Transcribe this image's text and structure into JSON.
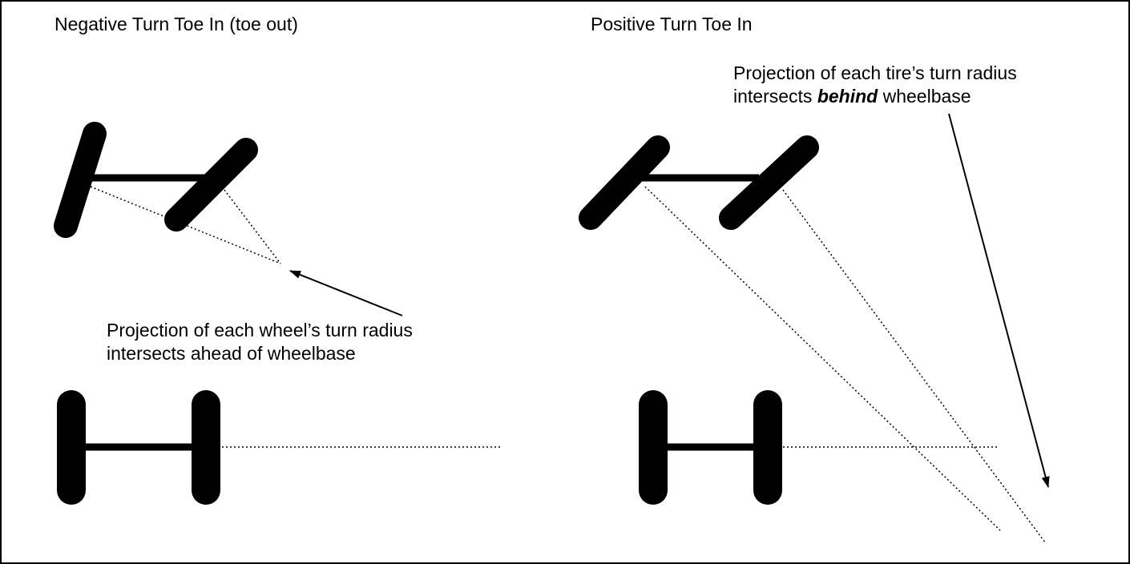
{
  "left_panel": {
    "title": "Negative Turn Toe In (toe out)",
    "note_line1": "Projection of each wheel’s turn radius",
    "note_line2": "intersects ahead of wheelbase"
  },
  "right_panel": {
    "title": "Positive Turn Toe In",
    "note_line1": "Projection of each tire’s turn radius",
    "note_line2_emphasis": "behind",
    "note_line2_pre": "intersects ",
    "note_line2_post": " wheelbase"
  },
  "colors": {
    "ink": "#000000",
    "background": "#ffffff"
  }
}
